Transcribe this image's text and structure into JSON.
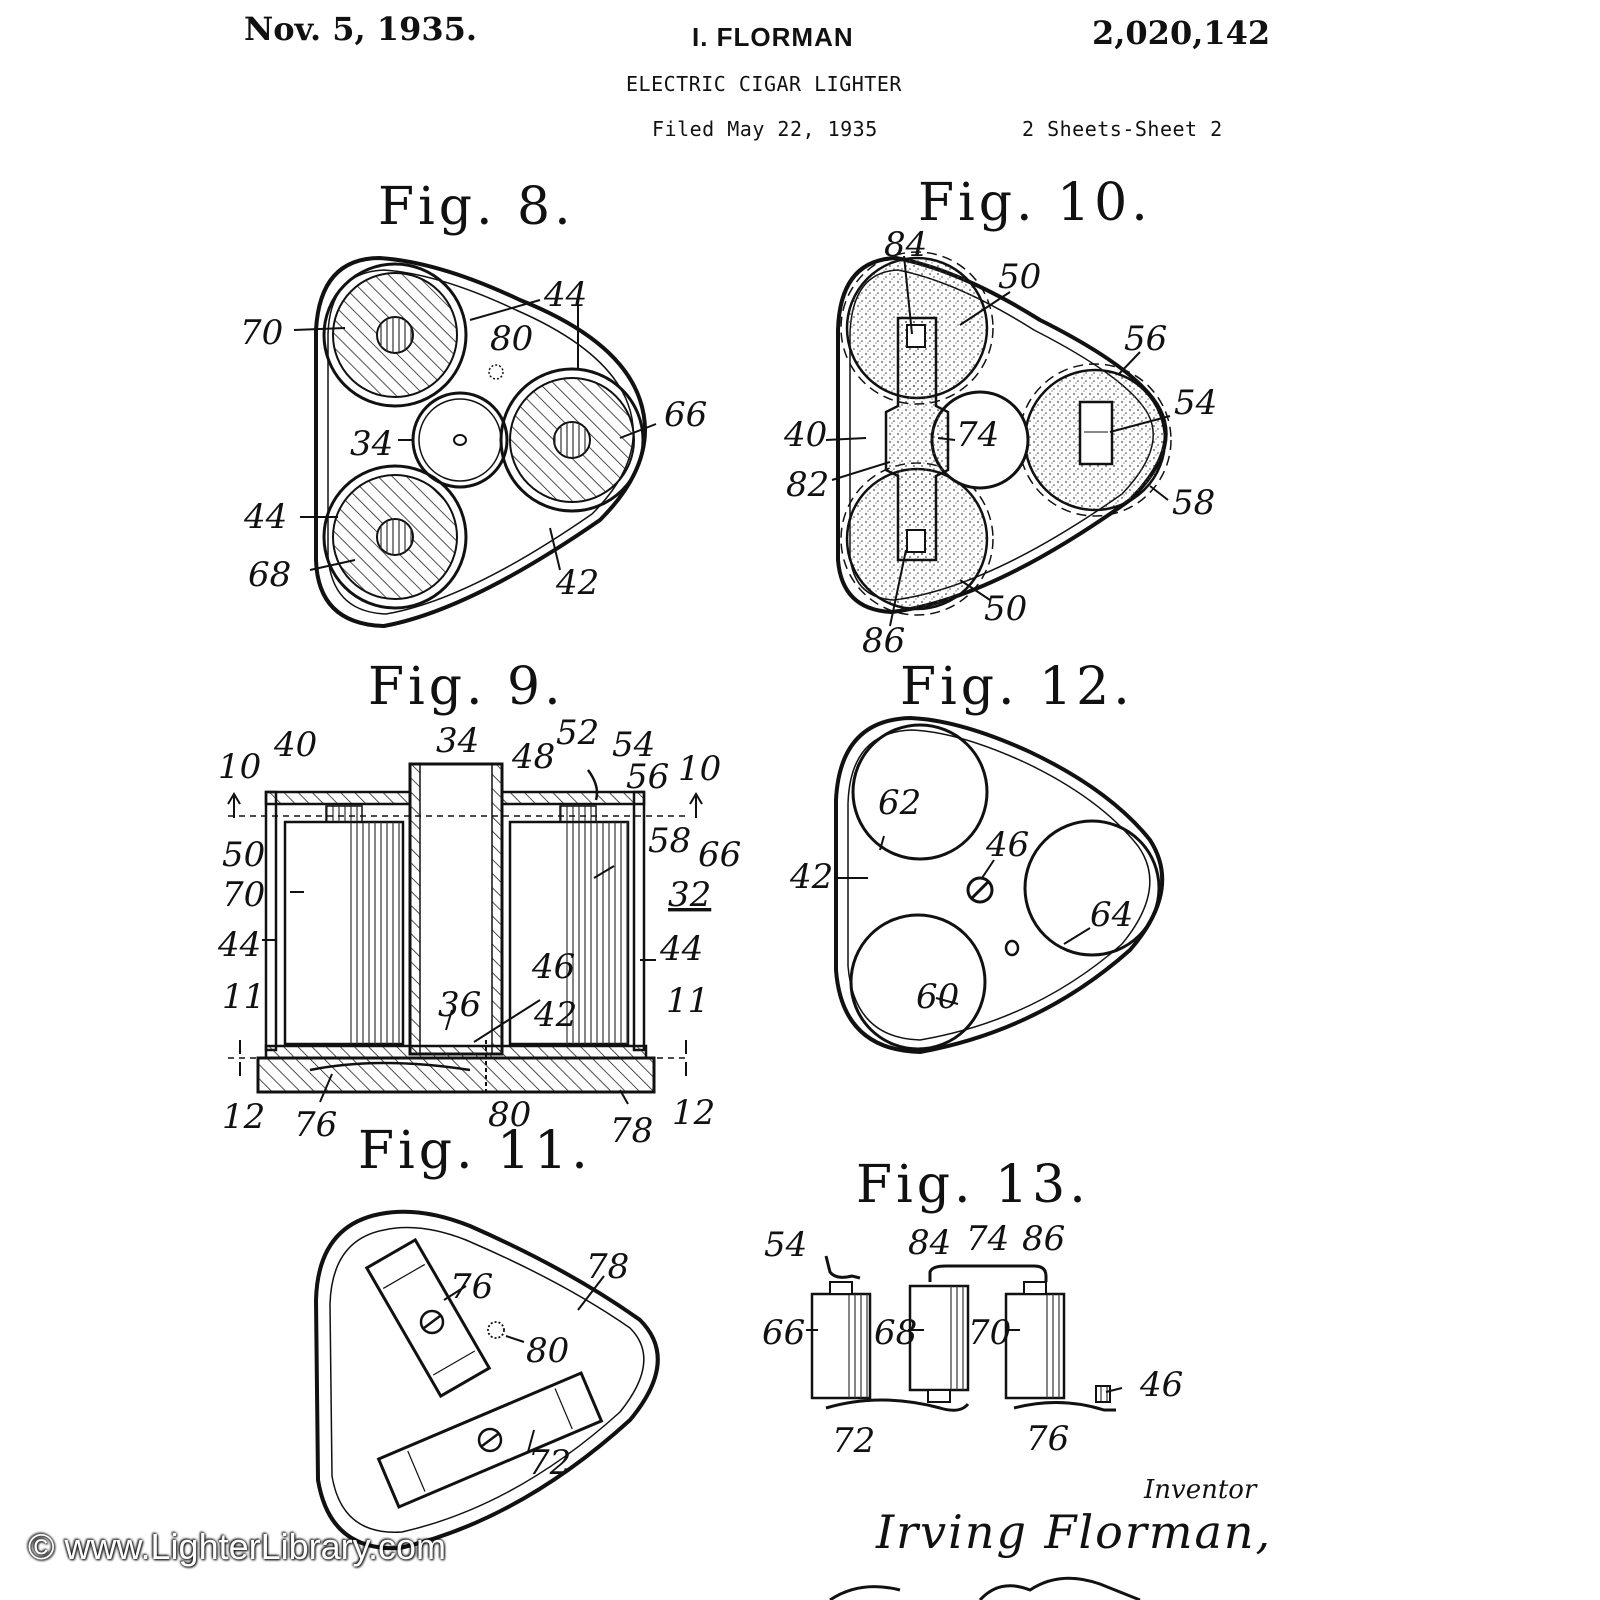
{
  "header": {
    "date": "Nov. 5, 1935.",
    "inventor_name": "I. FLORMAN",
    "patent_number": "2,020,142",
    "title": "ELECTRIC CIGAR LIGHTER",
    "filed": "Filed May 22, 1935",
    "sheets": "2 Sheets-Sheet 2"
  },
  "figures": {
    "fig8": {
      "title": "Fig. 8.",
      "labels": [
        "70",
        "44",
        "80",
        "66",
        "34",
        "44",
        "68",
        "42"
      ]
    },
    "fig10": {
      "title": "Fig. 10.",
      "labels": [
        "84",
        "50",
        "56",
        "54",
        "40",
        "74",
        "82",
        "58",
        "50",
        "86"
      ]
    },
    "fig9": {
      "title": "Fig. 9.",
      "labels": [
        "10",
        "40",
        "34",
        "48",
        "52",
        "54",
        "56",
        "10",
        "50",
        "58",
        "66",
        "70",
        "32",
        "44",
        "44",
        "46",
        "11",
        "36",
        "42",
        "11",
        "12",
        "76",
        "80",
        "78",
        "12"
      ]
    },
    "fig12": {
      "title": "Fig. 12.",
      "labels": [
        "62",
        "46",
        "42",
        "64",
        "60"
      ]
    },
    "fig11": {
      "title": "Fig. 11.",
      "labels": [
        "76",
        "78",
        "80",
        "72"
      ]
    },
    "fig13": {
      "title": "Fig. 13.",
      "labels": [
        "54",
        "84",
        "74",
        "86",
        "66",
        "68",
        "70",
        "46",
        "72",
        "76"
      ]
    }
  },
  "signature": {
    "caption": "Inventor",
    "name": "Irving Florman,"
  },
  "watermark": "© www.LighterLibrary.com"
}
